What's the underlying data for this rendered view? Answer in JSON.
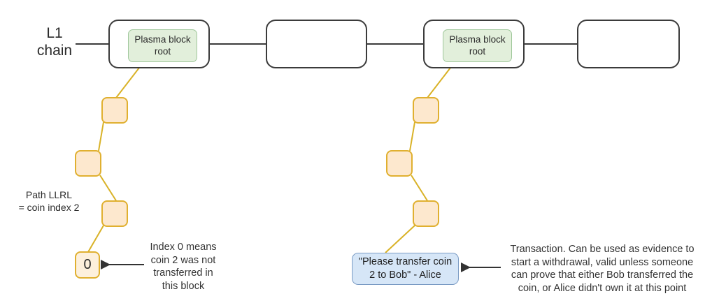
{
  "diagram": {
    "title": "Plasma cash merkle proof diagram",
    "colors": {
      "l1_block_border": "#3b3b3b",
      "plasma_root_fill": "#e2efdb",
      "plasma_root_border": "#9fc79b",
      "merkle_node_fill": "#fde8ce",
      "merkle_node_border": "#e0b030",
      "merkle_link": "#d9b227",
      "tx_fill": "#d6e6f7",
      "tx_border": "#7a9bc4",
      "arrow": "#333333",
      "background": "#ffffff"
    }
  },
  "chain": {
    "label": "L1\nchain",
    "blocks": [
      {
        "name": "block-1",
        "root_label": "Plasma block\nroot",
        "has_root": true
      },
      {
        "name": "block-2",
        "root_label": "",
        "has_root": false
      },
      {
        "name": "block-3",
        "root_label": "Plasma block\nroot",
        "has_root": true
      },
      {
        "name": "block-4",
        "root_label": "",
        "has_root": false
      }
    ]
  },
  "left_tree": {
    "path_note": "Path LLRL\n= coin index 2",
    "nodes": [
      {
        "name": "left-node-1",
        "label": ""
      },
      {
        "name": "left-node-2",
        "label": ""
      },
      {
        "name": "left-node-3",
        "label": ""
      }
    ],
    "leaf": {
      "name": "left-leaf",
      "label": "0"
    },
    "annotation": [
      "Index 0 means",
      "coin 2 was not",
      "transferred in",
      "this block"
    ]
  },
  "right_tree": {
    "nodes": [
      {
        "name": "right-node-1",
        "label": ""
      },
      {
        "name": "right-node-2",
        "label": ""
      },
      {
        "name": "right-node-3",
        "label": ""
      }
    ],
    "leaf": {
      "name": "right-leaf-transaction",
      "label": "\"Please transfer coin\n2 to Bob\" - Alice"
    },
    "annotation": [
      "Transaction. Can be used as evidence to",
      "start a withdrawal, valid unless someone",
      "can prove that either Bob transferred the",
      "coin, or Alice didn't own it at this point"
    ]
  }
}
